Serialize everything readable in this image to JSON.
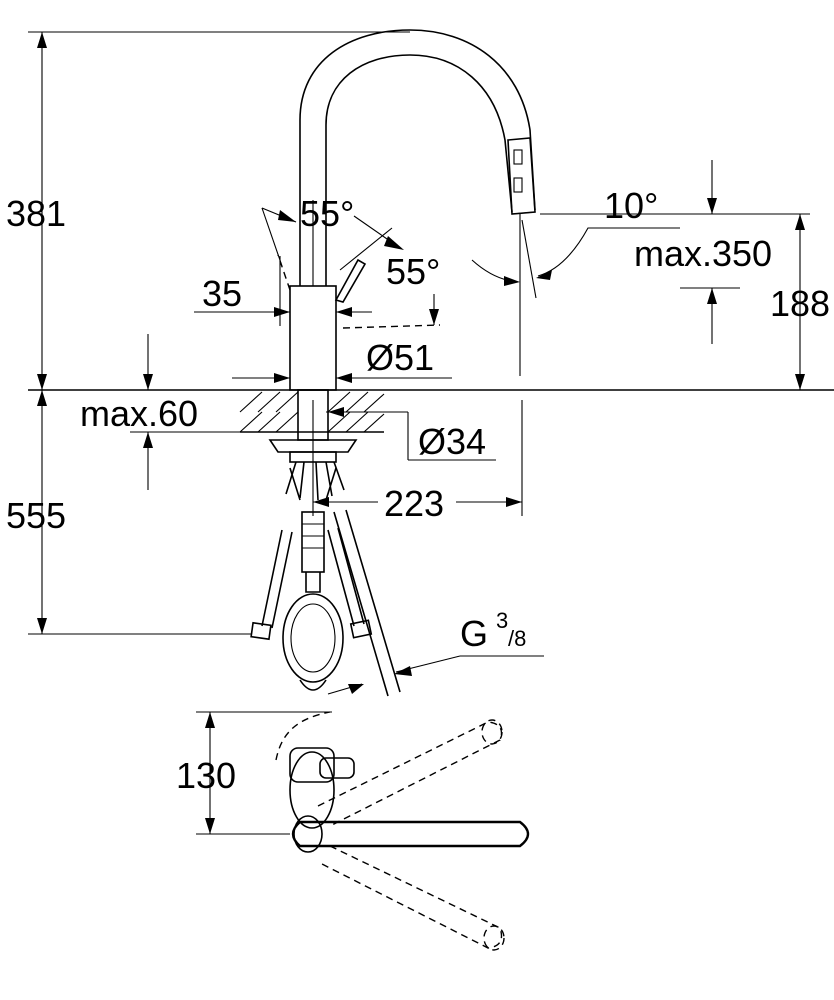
{
  "dimensions": {
    "total_height": "381",
    "angle_left": "55°",
    "angle_right": "55°",
    "lever_offset": "35",
    "body_diameter": "Ø51",
    "spray_angle": "10°",
    "spray_reach": "max.350",
    "spout_clearance": "188",
    "deck_thickness": "max.60",
    "hole_diameter": "Ø34",
    "below_deck": "555",
    "spout_reach": "223",
    "connection_thread": "G",
    "connection_thread_sup": "3",
    "connection_thread_sub": "/8",
    "plan_depth": "130"
  }
}
